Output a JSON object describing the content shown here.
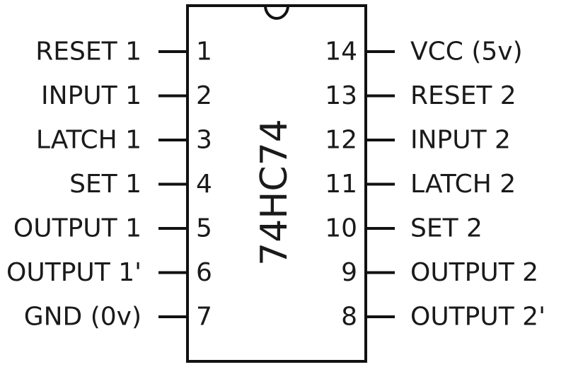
{
  "chip": {
    "name": "74HC74"
  },
  "left_pins": [
    {
      "number": "1",
      "label": "RESET 1"
    },
    {
      "number": "2",
      "label": "INPUT 1"
    },
    {
      "number": "3",
      "label": "LATCH 1"
    },
    {
      "number": "4",
      "label": "SET 1"
    },
    {
      "number": "5",
      "label": "OUTPUT 1"
    },
    {
      "number": "6",
      "label": "OUTPUT 1'"
    },
    {
      "number": "7",
      "label": "GND (0v)"
    }
  ],
  "right_pins": [
    {
      "number": "14",
      "label": "VCC (5v)"
    },
    {
      "number": "13",
      "label": "RESET 2"
    },
    {
      "number": "12",
      "label": "INPUT 2"
    },
    {
      "number": "11",
      "label": "LATCH 2"
    },
    {
      "number": "10",
      "label": "SET 2"
    },
    {
      "number": "9",
      "label": "OUTPUT 2"
    },
    {
      "number": "8",
      "label": "OUTPUT 2'"
    }
  ]
}
